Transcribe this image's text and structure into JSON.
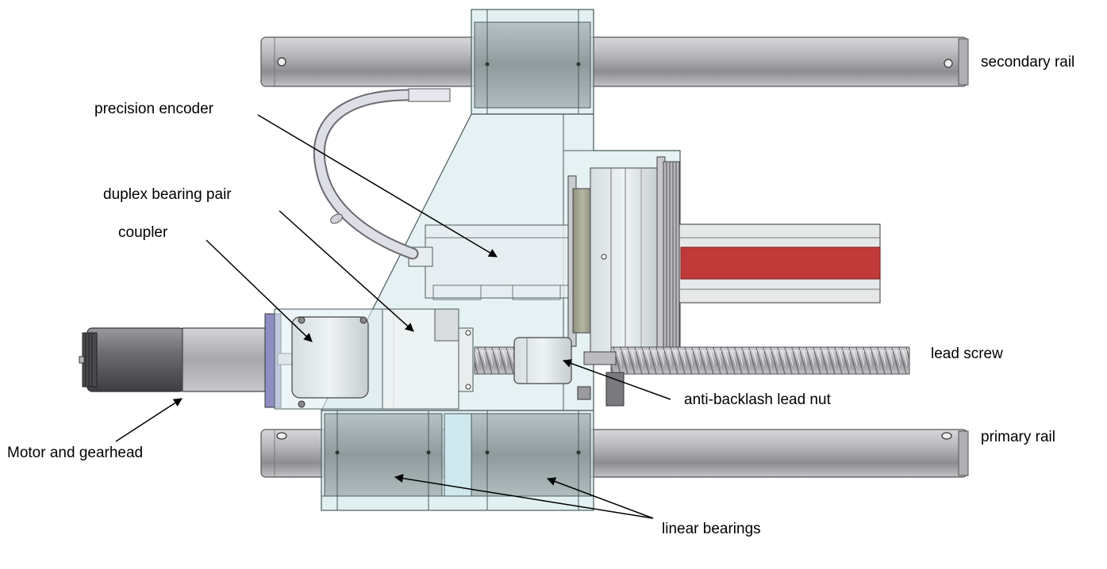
{
  "labels": {
    "secondary_rail": "secondary rail",
    "precision_encoder": "precision encoder",
    "duplex_bearing_pair": "duplex bearing pair",
    "coupler": "coupler",
    "lead_screw": "lead screw",
    "anti_backlash_lead_nut": "anti-backlash lead nut",
    "motor_and_gearhead": "Motor and gearhead",
    "primary_rail": "primary rail",
    "linear_bearings": "linear bearings"
  },
  "colors": {
    "rail": "#a9a9ad",
    "bearing_block": "#9aa6a8",
    "translucent_housing": "#cfe6ea",
    "red_stripe": "#c03a3a",
    "motor_dark": "#5a5a5e"
  }
}
